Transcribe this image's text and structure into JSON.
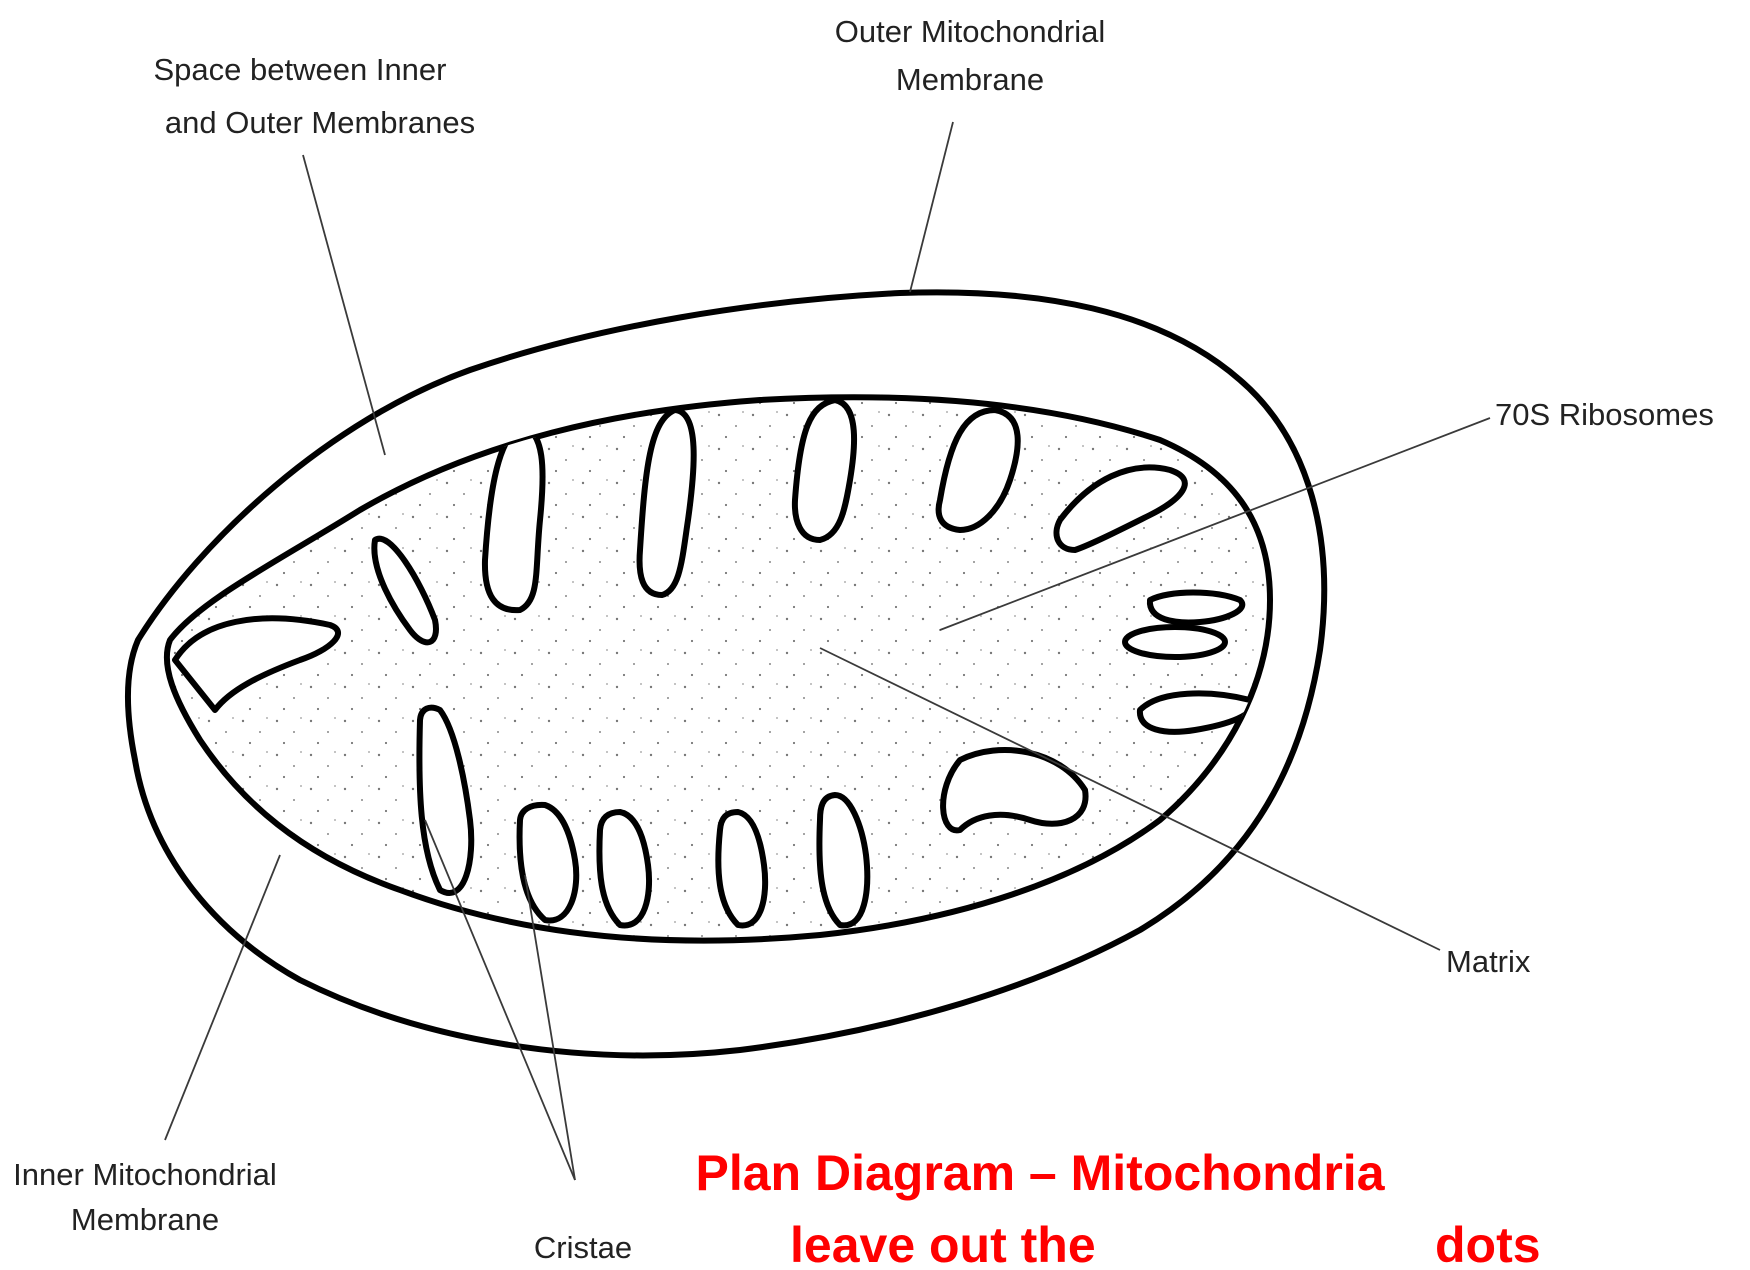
{
  "diagram": {
    "labels": {
      "outer_membrane": [
        "Outer Mitochondrial",
        "Membrane"
      ],
      "intermembrane_space": [
        "Space between Inner",
        "and Outer Membranes"
      ],
      "ribosomes": "70S Ribosomes",
      "matrix": "Matrix",
      "inner_membrane": [
        "Inner Mitochondrial",
        "Membrane"
      ],
      "cristae": "Cristae"
    },
    "caption": {
      "line1": "Plan Diagram – Mitochondria",
      "line2_left": "leave out the",
      "line2_right": "dots"
    },
    "colors": {
      "caption": "#ff0000",
      "outline": "#000000",
      "background": "#ffffff"
    }
  }
}
